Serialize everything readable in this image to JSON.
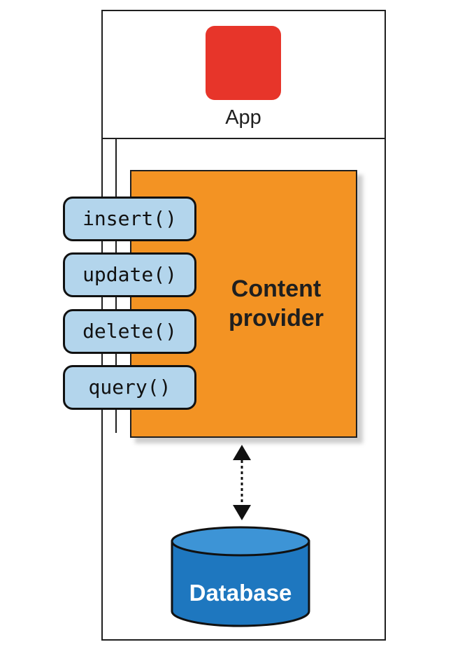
{
  "app": {
    "label": "App",
    "icon": "app-icon",
    "icon_color": "#e7352a"
  },
  "provider": {
    "label_line1": "Content",
    "label_line2": "provider",
    "color": "#f39323"
  },
  "methods": [
    {
      "label": "insert()"
    },
    {
      "label": "update()"
    },
    {
      "label": "delete()"
    },
    {
      "label": "query()"
    }
  ],
  "method_color": "#b3d5ec",
  "database": {
    "label": "Database",
    "color": "#1e77bf",
    "top_color": "#3d94d6"
  },
  "connector": {
    "style": "dotted",
    "direction": "bidirectional"
  }
}
